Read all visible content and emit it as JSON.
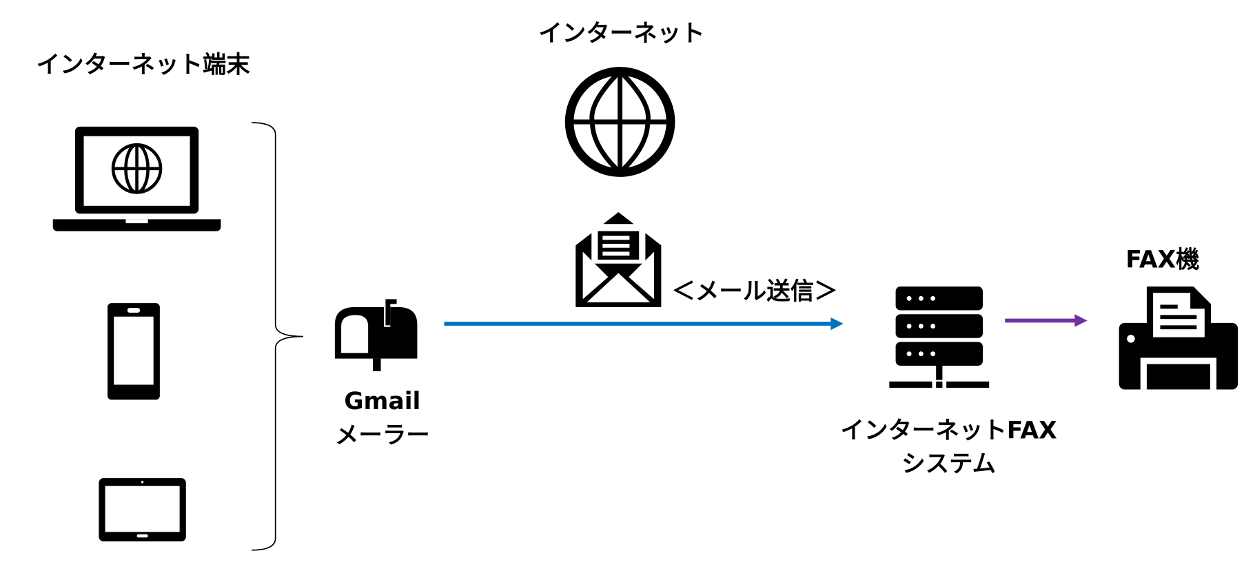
{
  "labels": {
    "terminals": "インターネット端末",
    "internet": "インターネット",
    "mail_send": "＜メール送信＞",
    "mailer_line1": "Gmail",
    "mailer_line2": "メーラー",
    "fax_system_line1": "インターネットFAX",
    "fax_system_line2": "システム",
    "fax_machine": "FAX機"
  },
  "colors": {
    "arrow_mail": "#0070C0",
    "arrow_fax": "#7030A0",
    "icon": "#000000"
  }
}
